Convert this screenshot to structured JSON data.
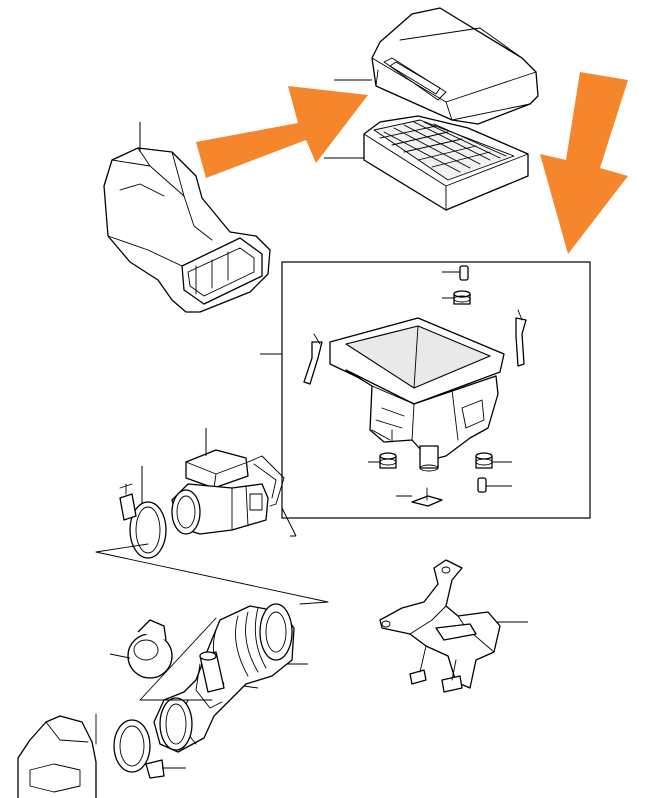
{
  "figure": {
    "callouts": []
  },
  "colors": {
    "arrow": "#f5862b",
    "line": "#000000",
    "background": "#ffffff"
  },
  "parts": [
    {
      "id": "airbox-lid",
      "icon": "airbox-lid-icon"
    },
    {
      "id": "air-filter-element",
      "icon": "air-filter-icon"
    },
    {
      "id": "intake-duct",
      "icon": "intake-duct-icon"
    },
    {
      "id": "airbox-lower-housing",
      "icon": "airbox-housing-icon"
    },
    {
      "id": "mass-air-flow-sensor",
      "icon": "maf-sensor-icon"
    },
    {
      "id": "hose-clamp",
      "icon": "hose-clamp-icon"
    },
    {
      "id": "intake-bellows-hose",
      "icon": "bellows-hose-icon"
    },
    {
      "id": "mounting-bracket",
      "icon": "bracket-icon"
    },
    {
      "id": "rubber-grommet",
      "icon": "grommet-icon"
    },
    {
      "id": "retaining-clip",
      "icon": "clip-icon"
    }
  ]
}
